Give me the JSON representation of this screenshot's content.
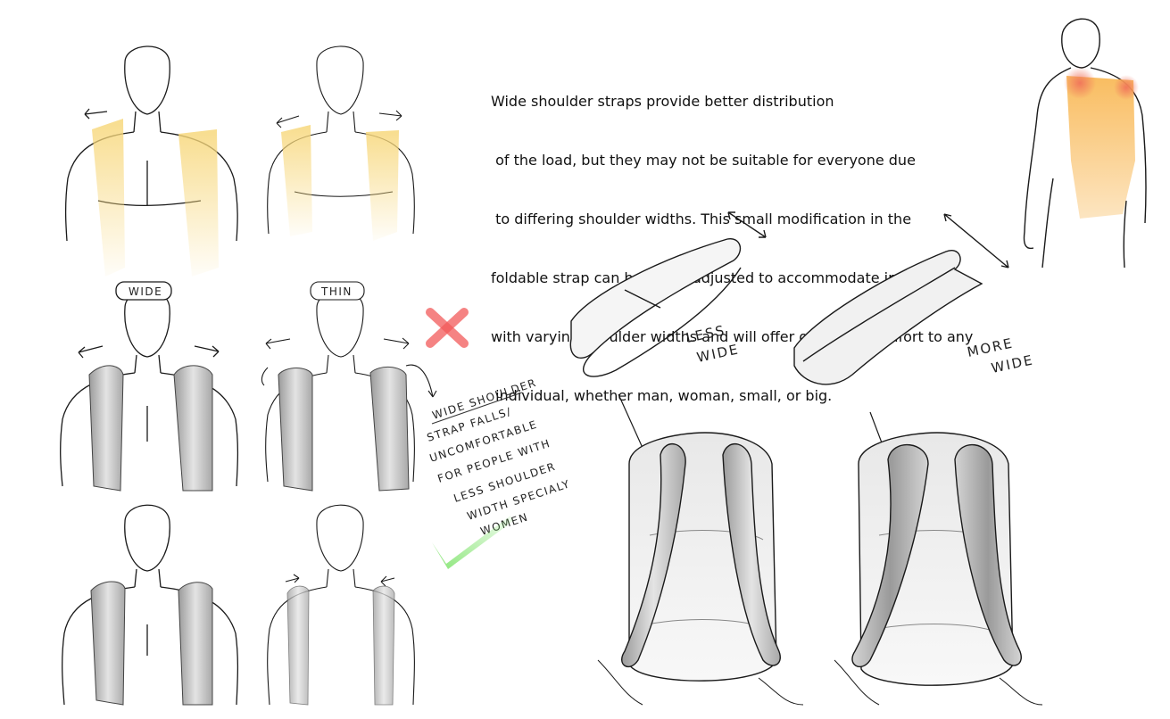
{
  "paragraph": {
    "lines": [
      "Wide shoulder straps provide better distribution",
      " of the load, but they may not be suitable for everyone due",
      " to differing shoulder widths. This small modification in the",
      "foldable strap can be easily adjusted to accommodate individuals",
      "with varying shoulder widths and will offer optimum comfort to any",
      " individual, whether man, woman, small, or big."
    ]
  },
  "labels": {
    "headband_wide": "WIDE",
    "headband_thin": "THIN",
    "note_lines": [
      "WIDE SHOULDER",
      "STRAP FALLS/",
      "UNCOMFORTABLE",
      "FOR PEOPLE WITH",
      "LESS SHOULDER",
      "WIDTH SPECIALY",
      "WOMEN"
    ],
    "less_wide": [
      "LESS",
      "WIDE"
    ],
    "more_wide": [
      "MORE",
      "WIDE"
    ]
  },
  "colors": {
    "highlight_yellow": "#f7d77a",
    "back_orange": "#f8b54e",
    "pressure_red": "#f0705a",
    "cross_red": "#f25a5a",
    "check_green": "#7ee36a",
    "strap_gray": "#c9c9c9",
    "ink": "#1a1a1a"
  },
  "icons": {
    "cross": "x-mark-icon",
    "check": "check-mark-icon"
  }
}
